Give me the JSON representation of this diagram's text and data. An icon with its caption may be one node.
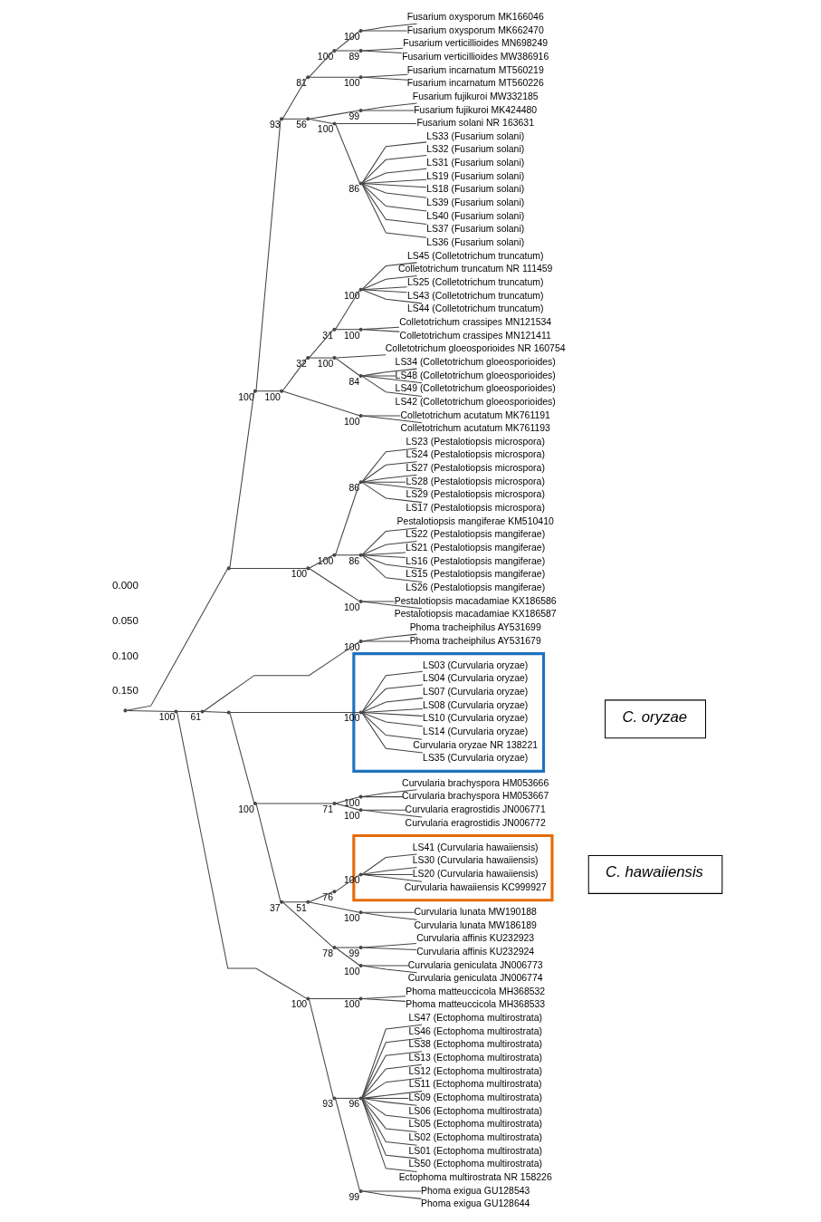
{
  "diagram": {
    "nodes": [
      {
        "text": [],
        "shape": "point"
      },
      {
        "text": [],
        "shape": "point"
      },
      {
        "text": [],
        "shape": "point",
        "beside": [
          "100"
        ]
      },
      {
        "text": [],
        "shape": "point",
        "beside": [
          "93"
        ]
      },
      {
        "text": [],
        "shape": "point",
        "beside": [
          "56"
        ]
      },
      {
        "text": [],
        "shape": "point",
        "beside": [
          "100"
        ]
      },
      {
        "text": [],
        "shape": "point",
        "beside": [
          "86"
        ]
      },
      {
        "text": [
          "LS39 (Fusarium solani)"
        ]
      },
      {
        "text": [
          "LS40 (Fusarium solani)"
        ]
      },
      {
        "text": [
          "LS37 (Fusarium solani)"
        ]
      },
      {
        "text": [
          "LS36 (Fusarium solani)"
        ]
      },
      {
        "text": [
          "LS33 (Fusarium solani)"
        ]
      },
      {
        "text": [
          "LS32 (Fusarium solani)"
        ]
      },
      {
        "text": [
          "LS31 (Fusarium solani)"
        ]
      },
      {
        "text": [
          "LS19 (Fusarium solani)"
        ]
      },
      {
        "text": [
          "LS18 (Fusarium solani)"
        ]
      },
      {
        "text": [
          "Fusarium solani NR 163631"
        ]
      },
      {
        "text": [],
        "shape": "point",
        "beside": [
          "99"
        ]
      },
      {
        "text": [
          "Fusarium fujikuroi MK424480"
        ]
      },
      {
        "text": [
          "Fusarium fujikuroi MW332185"
        ]
      },
      {
        "text": [],
        "shape": "point",
        "beside": [
          "81"
        ]
      },
      {
        "text": [],
        "shape": "point",
        "beside": [
          "100"
        ]
      },
      {
        "text": [
          "Fusarium incarnatum MT560226"
        ]
      },
      {
        "text": [
          "Fusarium incarnatum MT560219"
        ]
      },
      {
        "text": [],
        "shape": "point",
        "beside": [
          "100"
        ]
      },
      {
        "text": [],
        "shape": "point",
        "beside": [
          "89"
        ]
      },
      {
        "text": [
          "Fusarium verticillioides MW386916"
        ]
      },
      {
        "text": [
          "Fusarium verticillioides MN698249"
        ]
      },
      {
        "text": [],
        "shape": "point",
        "beside": [
          "100"
        ]
      },
      {
        "text": [
          "Fusarium oxysporum MK662470"
        ]
      },
      {
        "text": [
          "Fusarium oxysporum MK166046"
        ]
      },
      {
        "text": [],
        "shape": "point",
        "beside": [
          "100"
        ]
      },
      {
        "text": [],
        "shape": "point",
        "beside": [
          "100"
        ]
      },
      {
        "text": [
          "Colletotrichum acutatum MK761193"
        ]
      },
      {
        "text": [
          "Colletotrichum acutatum MK761191"
        ]
      },
      {
        "text": [],
        "shape": "point",
        "beside": [
          "32"
        ]
      },
      {
        "text": [],
        "shape": "point",
        "beside": [
          "100"
        ]
      },
      {
        "text": [],
        "shape": "point",
        "beside": [
          "84"
        ]
      },
      {
        "text": [
          "LS48 (Colletotrichum gloeosporioides)"
        ]
      },
      {
        "text": [
          "LS49 (Colletotrichum gloeosporioides)"
        ]
      },
      {
        "text": [
          "LS42 (Colletotrichum gloeosporioides)"
        ]
      },
      {
        "text": [
          "LS34 (Colletotrichum gloeosporioides)"
        ]
      },
      {
        "text": [
          "Colletotrichum gloeosporioides NR 160754"
        ]
      },
      {
        "text": [],
        "shape": "point",
        "beside": [
          "31"
        ]
      },
      {
        "text": [],
        "shape": "point",
        "beside": [
          "100"
        ]
      },
      {
        "text": [
          "Colletotrichum crassipes MN121534"
        ]
      },
      {
        "text": [
          "Colletotrichum crassipes MN121411"
        ]
      },
      {
        "text": [],
        "shape": "point",
        "beside": [
          "100"
        ]
      },
      {
        "text": [
          "LS25 (Colletotrichum truncatum)"
        ]
      },
      {
        "text": [
          "LS43 (Colletotrichum truncatum)"
        ]
      },
      {
        "text": [
          "LS44 (Colletotrichum truncatum)"
        ]
      },
      {
        "text": [
          "LS45 (Colletotrichum truncatum)"
        ]
      },
      {
        "text": [
          "Colletotrichum truncatum NR 111459"
        ]
      },
      {
        "text": [],
        "shape": "point",
        "beside": [
          "100"
        ]
      },
      {
        "text": [],
        "shape": "point",
        "beside": [
          "100"
        ]
      },
      {
        "text": [
          "Pestalotiopsis macadamiae KX186587"
        ]
      },
      {
        "text": [
          "Pestalotiopsis macadamiae KX186586"
        ]
      },
      {
        "text": [],
        "shape": "point",
        "beside": [
          "100"
        ]
      },
      {
        "text": [],
        "shape": "point",
        "beside": [
          "86"
        ]
      },
      {
        "text": [
          "LS26 (Pestalotiopsis mangiferae)"
        ]
      },
      {
        "text": [
          "Pestalotiopsis mangiferae KM510410"
        ]
      },
      {
        "text": [
          "LS22 (Pestalotiopsis mangiferae)"
        ]
      },
      {
        "text": [
          "LS21 (Pestalotiopsis mangiferae)"
        ]
      },
      {
        "text": [
          "LS16 (Pestalotiopsis mangiferae)"
        ]
      },
      {
        "text": [
          "LS15 (Pestalotiopsis mangiferae)"
        ]
      },
      {
        "text": [],
        "shape": "point",
        "beside": [
          "86"
        ]
      },
      {
        "text": [
          "LS17 (Pestalotiopsis microspora)"
        ]
      },
      {
        "text": [
          "LS23 (Pestalotiopsis microspora)"
        ]
      },
      {
        "text": [
          "LS24 (Pestalotiopsis microspora)"
        ]
      },
      {
        "text": [
          "LS27 (Pestalotiopsis microspora)"
        ]
      },
      {
        "text": [
          "LS28 (Pestalotiopsis microspora)"
        ]
      },
      {
        "text": [
          "LS29 (Pestalotiopsis microspora)"
        ]
      },
      {
        "text": [],
        "shape": "point",
        "beside": [
          "100"
        ]
      },
      {
        "text": [],
        "shape": "point",
        "beside": [
          "100"
        ]
      },
      {
        "text": [],
        "shape": "point",
        "beside": [
          "93"
        ]
      },
      {
        "text": [],
        "shape": "point",
        "beside": [
          "96"
        ]
      },
      {
        "text": [
          "LS50 (Ectophoma multirostrata)"
        ]
      },
      {
        "text": [
          "Ectophoma multirostrata NR 158226"
        ]
      },
      {
        "text": [
          "LS47 (Ectophoma multirostrata)"
        ]
      },
      {
        "text": [
          "LS46 (Ectophoma multirostrata)"
        ]
      },
      {
        "text": [
          "LS38 (Ectophoma multirostrata)"
        ]
      },
      {
        "text": [
          "LS13 (Ectophoma multirostrata)"
        ]
      },
      {
        "text": [
          "LS12 (Ectophoma multirostrata)"
        ]
      },
      {
        "text": [
          "LS11 (Ectophoma multirostrata)"
        ]
      },
      {
        "text": [
          "LS09 (Ectophoma multirostrata)"
        ]
      },
      {
        "text": [
          "LS06 (Ectophoma multirostrata)"
        ]
      },
      {
        "text": [
          "LS05 (Ectophoma multirostrata)"
        ]
      },
      {
        "text": [
          "LS02 (Ectophoma multirostrata)"
        ]
      },
      {
        "text": [
          "LS01 (Ectophoma multirostrata)"
        ]
      },
      {
        "text": [],
        "shape": "point",
        "beside": [
          "99"
        ]
      },
      {
        "text": [
          "Phoma exigua GU128644"
        ]
      },
      {
        "text": [
          "Phoma exigua GU128543"
        ]
      },
      {
        "text": [],
        "shape": "point",
        "beside": [
          "100"
        ]
      },
      {
        "text": [
          "Phoma matteuccicola MH368533"
        ]
      },
      {
        "text": [
          "Phoma matteuccicola MH368532"
        ]
      },
      {
        "text": [],
        "shape": "point",
        "beside": [
          "61"
        ]
      },
      {
        "text": [],
        "shape": "point",
        "beside": [
          "100"
        ]
      },
      {
        "text": [
          "Phoma tracheiphilus AY531679"
        ]
      },
      {
        "text": [
          "Phoma tracheiphilus AY531699"
        ]
      },
      {
        "text": [],
        "shape": "point"
      },
      {
        "text": [],
        "shape": "box"
      },
      {
        "text": [],
        "shape": "point",
        "beside": [
          "100"
        ],
        "in": 100
      },
      {
        "text": [
          "LS35 (Curvularia oryzae)"
        ],
        "in": 100
      },
      {
        "text": [
          "Curvularia oryzae NR 138221"
        ],
        "in": 100
      },
      {
        "text": [
          "LS14 (Curvularia oryzae)"
        ],
        "in": 100
      },
      {
        "text": [
          "LS10 (Curvularia oryzae)"
        ],
        "in": 100
      },
      {
        "text": [
          "LS08 (Curvularia oryzae)"
        ],
        "in": 100
      },
      {
        "text": [
          "LS07 (Curvularia oryzae)"
        ],
        "in": 100
      },
      {
        "text": [
          "LS04 (Curvularia oryzae)"
        ],
        "in": 100
      },
      {
        "text": [
          "LS03 (Curvularia oryzae)"
        ],
        "in": 100
      },
      {
        "text": [],
        "shape": "point",
        "beside": [
          "100"
        ]
      },
      {
        "text": [],
        "shape": "point",
        "beside": [
          "71"
        ]
      },
      {
        "text": [],
        "shape": "point",
        "beside": [
          "100"
        ]
      },
      {
        "text": [
          "Curvularia eragrostidis JN006772"
        ]
      },
      {
        "text": [
          "Curvularia eragrostidis JN006771"
        ]
      },
      {
        "text": [],
        "shape": "point",
        "beside": [
          "100"
        ]
      },
      {
        "text": [
          "Curvularia brachyspora HM053667"
        ]
      },
      {
        "text": [
          "Curvularia brachyspora HM053666"
        ]
      },
      {
        "text": [],
        "shape": "point",
        "beside": [
          "37"
        ]
      },
      {
        "text": [],
        "shape": "point",
        "beside": [
          "78"
        ]
      },
      {
        "text": [],
        "shape": "point",
        "beside": [
          "99"
        ]
      },
      {
        "text": [
          "Curvularia affinis KU232924"
        ]
      },
      {
        "text": [
          "Curvularia affinis KU232923"
        ]
      },
      {
        "text": [],
        "shape": "point",
        "beside": [
          "100"
        ]
      },
      {
        "text": [
          "Curvularia geniculata JN006774"
        ]
      },
      {
        "text": [
          "Curvularia geniculata JN006773"
        ]
      },
      {
        "text": [],
        "shape": "point",
        "beside": [
          "51"
        ]
      },
      {
        "text": [],
        "shape": "point",
        "beside": [
          "100"
        ]
      },
      {
        "text": [
          "Curvularia lunata MW186189"
        ]
      },
      {
        "text": [
          "Curvularia lunata MW190188"
        ]
      },
      {
        "text": [],
        "shape": "point",
        "beside": [
          "76"
        ]
      },
      {
        "text": [],
        "shape": "box"
      },
      {
        "text": [],
        "shape": "point",
        "beside": [
          "100"
        ],
        "in": 131
      },
      {
        "text": [
          "Curvularia hawaiiensis KC999927"
        ],
        "in": 131
      },
      {
        "text": [
          "LS20 (Curvularia hawaiiensis)"
        ],
        "in": 131
      },
      {
        "text": [
          "LS30 (Curvularia hawaiiensis)"
        ],
        "in": 131
      },
      {
        "text": [
          "LS41 (Curvularia hawaiiensis)"
        ],
        "in": 131
      },
      {
        "text": [
          "C. oryzae"
        ]
      },
      {
        "text": [
          "C. hawaiiensis"
        ]
      }
    ],
    "edges": [
      {
        "from": 0,
        "to": 1,
        "arrow": "none"
      },
      {
        "from": 0,
        "to": 72,
        "arrow": "none"
      },
      {
        "from": 1,
        "to": 2,
        "arrow": "none"
      },
      {
        "from": 1,
        "to": 53,
        "arrow": "none"
      },
      {
        "from": 2,
        "to": 3,
        "arrow": "none"
      },
      {
        "from": 2,
        "to": 31,
        "arrow": "none"
      },
      {
        "from": 3,
        "to": 4,
        "arrow": "none"
      },
      {
        "from": 3,
        "to": 20,
        "arrow": "none"
      },
      {
        "from": 4,
        "to": 5,
        "arrow": "none"
      },
      {
        "from": 4,
        "to": 17,
        "arrow": "none"
      },
      {
        "from": 5,
        "to": 6,
        "arrow": "none"
      },
      {
        "from": 5,
        "to": 16,
        "arrow": "none"
      },
      {
        "from": 6,
        "to": 7,
        "arrow": "none"
      },
      {
        "from": 6,
        "to": 8,
        "arrow": "none"
      },
      {
        "from": 6,
        "to": 9,
        "arrow": "none"
      },
      {
        "from": 6,
        "to": 10,
        "arrow": "none"
      },
      {
        "from": 6,
        "to": 11,
        "arrow": "none"
      },
      {
        "from": 6,
        "to": 12,
        "arrow": "none"
      },
      {
        "from": 6,
        "to": 13,
        "arrow": "none"
      },
      {
        "from": 6,
        "to": 14,
        "arrow": "none"
      },
      {
        "from": 6,
        "to": 15,
        "arrow": "none"
      },
      {
        "from": 17,
        "to": 18,
        "arrow": "none"
      },
      {
        "from": 17,
        "to": 19,
        "arrow": "none"
      },
      {
        "from": 20,
        "to": 21,
        "arrow": "none"
      },
      {
        "from": 20,
        "to": 24,
        "arrow": "none"
      },
      {
        "from": 21,
        "to": 22,
        "arrow": "none"
      },
      {
        "from": 21,
        "to": 23,
        "arrow": "none"
      },
      {
        "from": 24,
        "to": 25,
        "arrow": "none"
      },
      {
        "from": 24,
        "to": 28,
        "arrow": "none"
      },
      {
        "from": 25,
        "to": 26,
        "arrow": "none"
      },
      {
        "from": 25,
        "to": 27,
        "arrow": "none"
      },
      {
        "from": 28,
        "to": 29,
        "arrow": "none"
      },
      {
        "from": 28,
        "to": 30,
        "arrow": "none"
      },
      {
        "from": 31,
        "to": 32,
        "arrow": "none"
      },
      {
        "from": 31,
        "to": 35,
        "arrow": "none"
      },
      {
        "from": 32,
        "to": 33,
        "arrow": "none"
      },
      {
        "from": 32,
        "to": 34,
        "arrow": "none"
      },
      {
        "from": 35,
        "to": 36,
        "arrow": "none"
      },
      {
        "from": 35,
        "to": 43,
        "arrow": "none"
      },
      {
        "from": 36,
        "to": 37,
        "arrow": "none"
      },
      {
        "from": 36,
        "to": 42,
        "arrow": "none"
      },
      {
        "from": 37,
        "to": 38,
        "arrow": "none"
      },
      {
        "from": 37,
        "to": 39,
        "arrow": "none"
      },
      {
        "from": 37,
        "to": 40,
        "arrow": "none"
      },
      {
        "from": 37,
        "to": 41,
        "arrow": "none"
      },
      {
        "from": 43,
        "to": 44,
        "arrow": "none"
      },
      {
        "from": 43,
        "to": 47,
        "arrow": "none"
      },
      {
        "from": 44,
        "to": 45,
        "arrow": "none"
      },
      {
        "from": 44,
        "to": 46,
        "arrow": "none"
      },
      {
        "from": 47,
        "to": 48,
        "arrow": "none"
      },
      {
        "from": 47,
        "to": 49,
        "arrow": "none"
      },
      {
        "from": 47,
        "to": 50,
        "arrow": "none"
      },
      {
        "from": 47,
        "to": 51,
        "arrow": "none"
      },
      {
        "from": 47,
        "to": 52,
        "arrow": "none"
      },
      {
        "from": 53,
        "to": 54,
        "arrow": "none"
      },
      {
        "from": 53,
        "to": 57,
        "arrow": "none"
      },
      {
        "from": 54,
        "to": 55,
        "arrow": "none"
      },
      {
        "from": 54,
        "to": 56,
        "arrow": "none"
      },
      {
        "from": 57,
        "to": 58,
        "arrow": "none"
      },
      {
        "from": 57,
        "to": 65,
        "arrow": "none"
      },
      {
        "from": 58,
        "to": 59,
        "arrow": "none"
      },
      {
        "from": 58,
        "to": 60,
        "arrow": "none"
      },
      {
        "from": 58,
        "to": 61,
        "arrow": "none"
      },
      {
        "from": 58,
        "to": 62,
        "arrow": "none"
      },
      {
        "from": 58,
        "to": 63,
        "arrow": "none"
      },
      {
        "from": 58,
        "to": 64,
        "arrow": "none"
      },
      {
        "from": 65,
        "to": 66,
        "arrow": "none"
      },
      {
        "from": 65,
        "to": 67,
        "arrow": "none"
      },
      {
        "from": 65,
        "to": 68,
        "arrow": "none"
      },
      {
        "from": 65,
        "to": 69,
        "arrow": "none"
      },
      {
        "from": 65,
        "to": 70,
        "arrow": "none"
      },
      {
        "from": 65,
        "to": 71,
        "arrow": "none"
      },
      {
        "from": 72,
        "to": 73,
        "arrow": "none"
      },
      {
        "from": 72,
        "to": 95,
        "arrow": "none"
      },
      {
        "from": 73,
        "to": 74,
        "arrow": "none"
      },
      {
        "from": 73,
        "to": 92,
        "arrow": "none"
      },
      {
        "from": 74,
        "to": 75,
        "arrow": "none"
      },
      {
        "from": 74,
        "to": 89,
        "arrow": "none"
      },
      {
        "from": 75,
        "to": 76,
        "arrow": "none"
      },
      {
        "from": 75,
        "to": 77,
        "arrow": "none"
      },
      {
        "from": 75,
        "to": 78,
        "arrow": "none"
      },
      {
        "from": 75,
        "to": 79,
        "arrow": "none"
      },
      {
        "from": 75,
        "to": 80,
        "arrow": "none"
      },
      {
        "from": 75,
        "to": 81,
        "arrow": "none"
      },
      {
        "from": 75,
        "to": 82,
        "arrow": "none"
      },
      {
        "from": 75,
        "to": 83,
        "arrow": "none"
      },
      {
        "from": 75,
        "to": 84,
        "arrow": "none"
      },
      {
        "from": 75,
        "to": 85,
        "arrow": "none"
      },
      {
        "from": 75,
        "to": 86,
        "arrow": "none"
      },
      {
        "from": 75,
        "to": 87,
        "arrow": "none"
      },
      {
        "from": 75,
        "to": 88,
        "arrow": "none"
      },
      {
        "from": 89,
        "to": 90,
        "arrow": "none"
      },
      {
        "from": 89,
        "to": 91,
        "arrow": "none"
      },
      {
        "from": 92,
        "to": 93,
        "arrow": "none"
      },
      {
        "from": 92,
        "to": 94,
        "arrow": "none"
      },
      {
        "from": 95,
        "to": 96,
        "arrow": "none"
      },
      {
        "from": 95,
        "to": 99,
        "arrow": "none"
      },
      {
        "from": 96,
        "to": 97,
        "arrow": "none"
      },
      {
        "from": 96,
        "to": 98,
        "arrow": "none"
      },
      {
        "from": 99,
        "to": 101,
        "arrow": "none"
      },
      {
        "from": 99,
        "to": 110,
        "arrow": "none"
      },
      {
        "from": 101,
        "to": 102,
        "arrow": "none"
      },
      {
        "from": 101,
        "to": 103,
        "arrow": "none"
      },
      {
        "from": 101,
        "to": 104,
        "arrow": "none"
      },
      {
        "from": 101,
        "to": 105,
        "arrow": "none"
      },
      {
        "from": 101,
        "to": 106,
        "arrow": "none"
      },
      {
        "from": 101,
        "to": 107,
        "arrow": "none"
      },
      {
        "from": 101,
        "to": 108,
        "arrow": "none"
      },
      {
        "from": 101,
        "to": 109,
        "arrow": "none"
      },
      {
        "from": 110,
        "to": 111,
        "arrow": "none"
      },
      {
        "from": 110,
        "to": 118,
        "arrow": "none"
      },
      {
        "from": 111,
        "to": 112,
        "arrow": "none"
      },
      {
        "from": 111,
        "to": 115,
        "arrow": "none"
      },
      {
        "from": 112,
        "to": 113,
        "arrow": "none"
      },
      {
        "from": 112,
        "to": 114,
        "arrow": "none"
      },
      {
        "from": 115,
        "to": 116,
        "arrow": "none"
      },
      {
        "from": 115,
        "to": 117,
        "arrow": "none"
      },
      {
        "from": 118,
        "to": 119,
        "arrow": "none"
      },
      {
        "from": 118,
        "to": 126,
        "arrow": "none"
      },
      {
        "from": 119,
        "to": 120,
        "arrow": "none"
      },
      {
        "from": 119,
        "to": 123,
        "arrow": "none"
      },
      {
        "from": 120,
        "to": 121,
        "arrow": "none"
      },
      {
        "from": 120,
        "to": 122,
        "arrow": "none"
      },
      {
        "from": 123,
        "to": 124,
        "arrow": "none"
      },
      {
        "from": 123,
        "to": 125,
        "arrow": "none"
      },
      {
        "from": 126,
        "to": 127,
        "arrow": "none"
      },
      {
        "from": 126,
        "to": 130,
        "arrow": "none"
      },
      {
        "from": 127,
        "to": 128,
        "arrow": "none"
      },
      {
        "from": 127,
        "to": 129,
        "arrow": "none"
      },
      {
        "from": 130,
        "to": 132,
        "arrow": "none"
      },
      {
        "from": 132,
        "to": 133,
        "arrow": "none"
      },
      {
        "from": 132,
        "to": 134,
        "arrow": "none"
      },
      {
        "from": 132,
        "to": 135,
        "arrow": "none"
      },
      {
        "from": 132,
        "to": 136,
        "arrow": "none"
      }
    ],
    "labels": [
      "0.150",
      "0.100",
      "0.050",
      "0.000"
    ]
  }
}
